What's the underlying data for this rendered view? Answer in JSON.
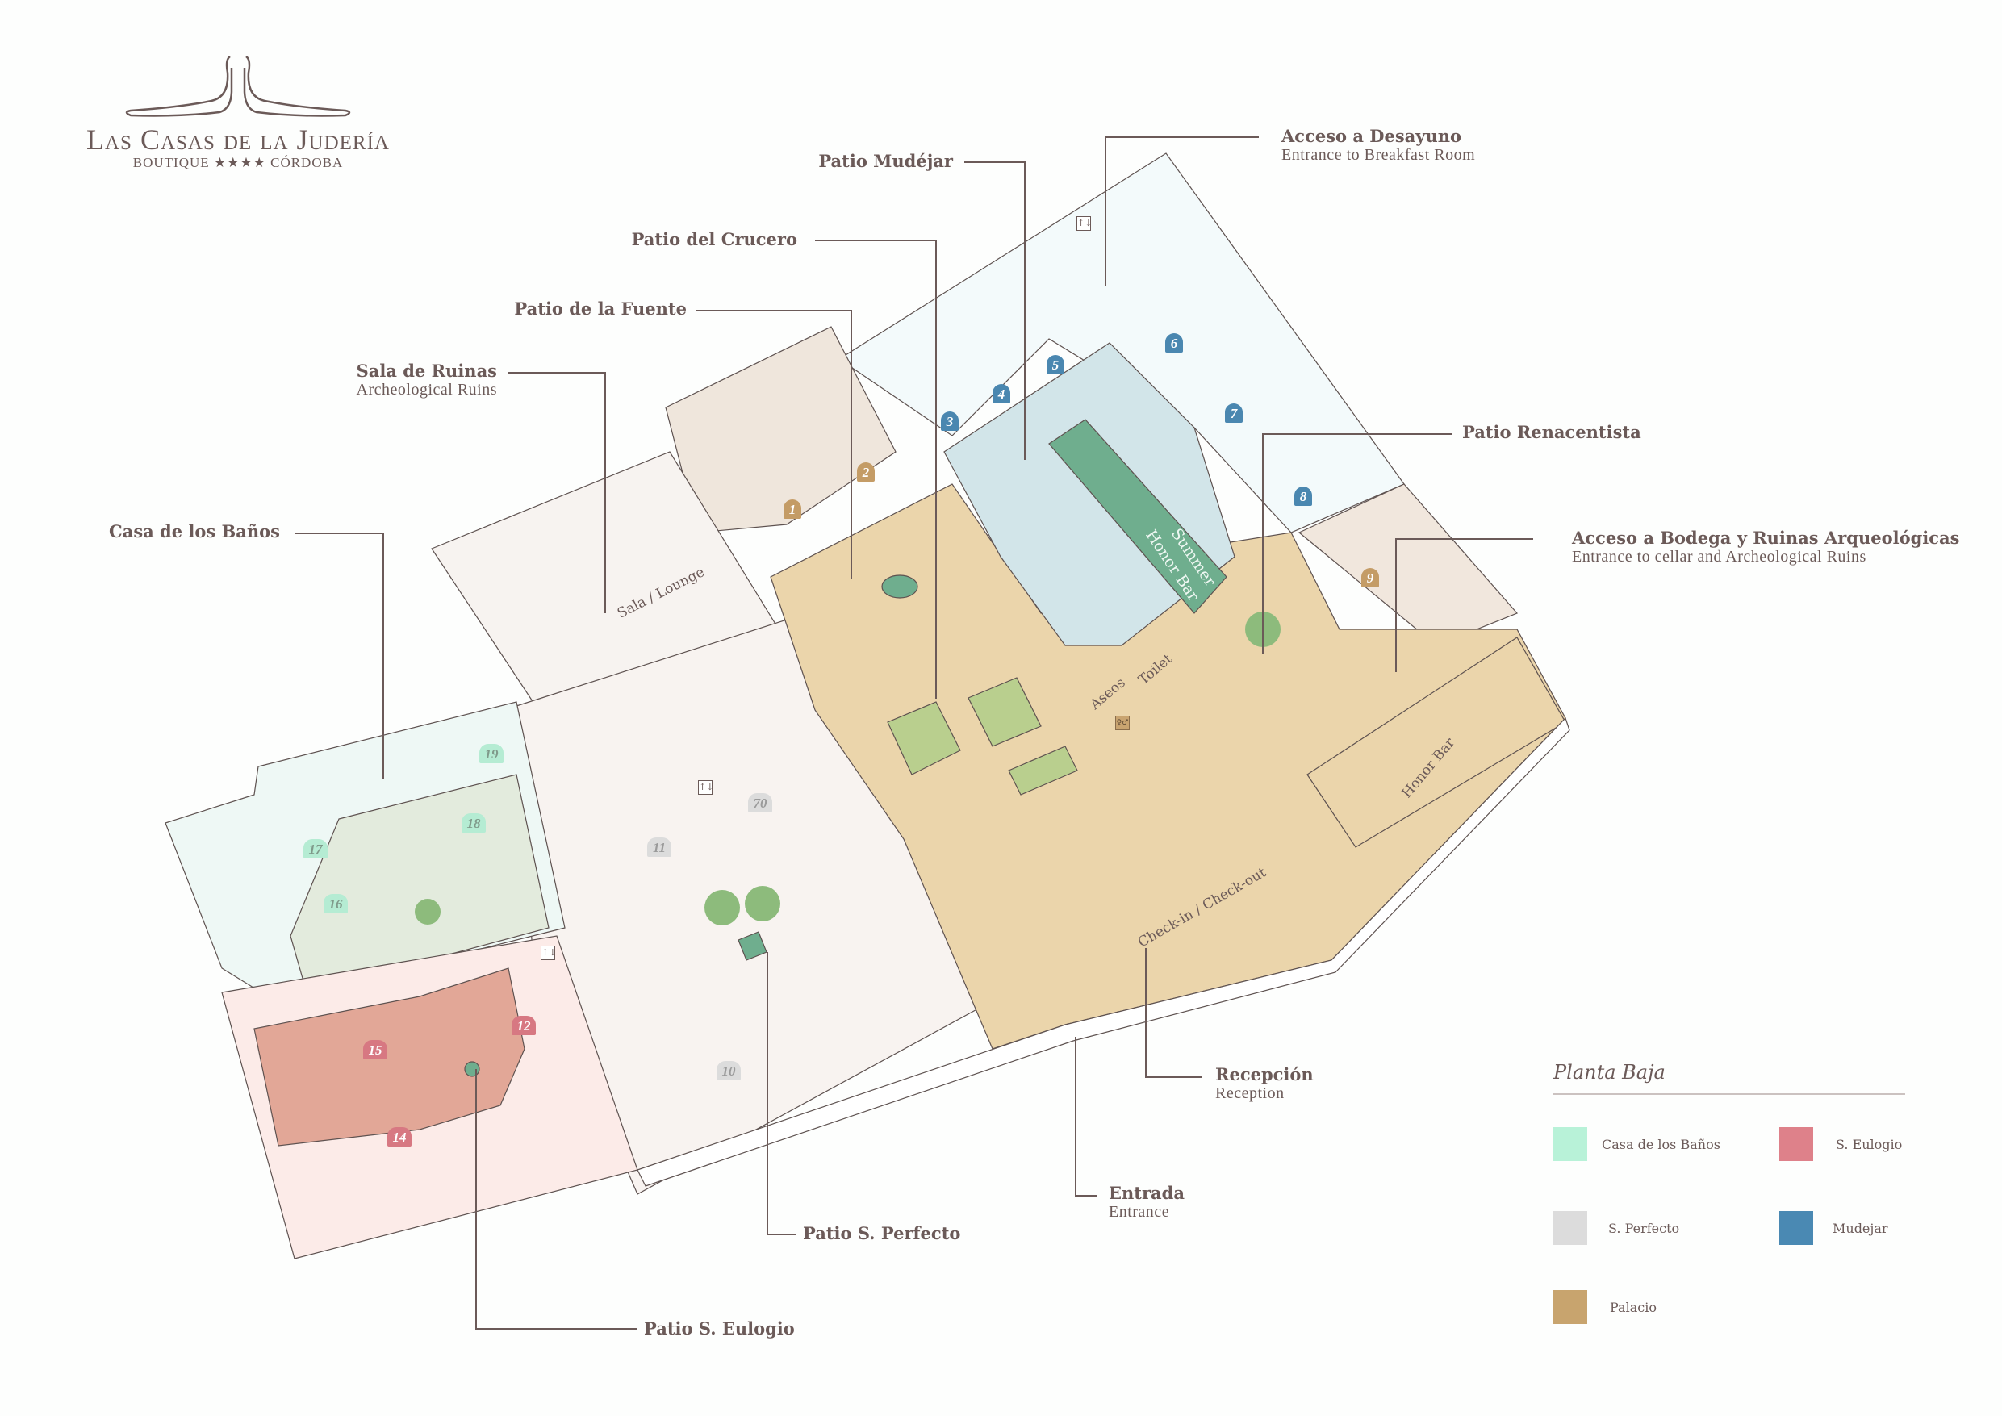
{
  "logo": {
    "name": "Las Casas de la Judería",
    "subtitle": "BOUTIQUE ★★★★ CÓRDOBA"
  },
  "callouts": [
    {
      "id": "patio-mudejar",
      "title": "Patio Mudéjar",
      "subtitle": ""
    },
    {
      "id": "patio-crucero",
      "title": "Patio del Crucero",
      "subtitle": ""
    },
    {
      "id": "patio-fuente",
      "title": "Patio de la Fuente",
      "subtitle": ""
    },
    {
      "id": "sala-ruinas",
      "title": "Sala de Ruinas",
      "subtitle": "Archeological Ruins"
    },
    {
      "id": "casa-banos",
      "title": "Casa de los Baños",
      "subtitle": ""
    },
    {
      "id": "acceso-desayuno",
      "title": "Acceso a Desayuno",
      "subtitle": "Entrance to Breakfast Room"
    },
    {
      "id": "patio-renacentista",
      "title": "Patio Renacentista",
      "subtitle": ""
    },
    {
      "id": "acceso-bodega",
      "title": "Acceso a Bodega y Ruinas Arqueológicas",
      "subtitle": "Entrance to cellar and Archeological Ruins"
    },
    {
      "id": "recepcion",
      "title": "Recepción",
      "subtitle": "Reception"
    },
    {
      "id": "entrada",
      "title": "Entrada",
      "subtitle": "Entrance"
    },
    {
      "id": "patio-perfecto",
      "title": "Patio S. Perfecto",
      "subtitle": ""
    },
    {
      "id": "patio-eulogio",
      "title": "Patio S. Eulogio",
      "subtitle": ""
    }
  ],
  "rooms": {
    "sala_lounge": "Sala / Lounge",
    "summer_honor_bar_1": "Summer",
    "summer_honor_bar_2": "Honor Bar",
    "aseos": "Aseos",
    "toilet": "Toilet",
    "honor_bar": "Honor Bar",
    "checkin": "Check-in / Check-out"
  },
  "badges": {
    "palacio": [
      "1",
      "2",
      "9"
    ],
    "mudejar": [
      "3",
      "4",
      "5",
      "6",
      "7",
      "8"
    ],
    "banos": [
      "16",
      "17",
      "18",
      "19"
    ],
    "eulogio": [
      "12",
      "14",
      "15"
    ],
    "perfecto": [
      "10",
      "11",
      "70"
    ]
  },
  "icons": {
    "elevator": "↑↓",
    "restroom": "🚻"
  },
  "legend": {
    "title": "Planta Baja",
    "items": [
      {
        "label": "Casa de los Baños",
        "color": "#b8f2d8"
      },
      {
        "label": "S. Eulogio",
        "color": "#de818a"
      },
      {
        "label": "S. Perfecto",
        "color": "#dcdcdc"
      },
      {
        "label": "Mudejar",
        "color": "#4a89b3"
      },
      {
        "label": "Palacio",
        "color": "#c8a46e"
      }
    ]
  },
  "colors": {
    "text": "#6b5a58",
    "palacio_floor": "#ecd7ae",
    "mudejar_floor": "#d3e6ea",
    "banos_floor": "#eef8f4",
    "eulogio_floor": "#fbeae6",
    "eulogio_patio": "#e4a592",
    "perfecto_floor": "#f6f1ee",
    "pool": "#6fae8e"
  }
}
